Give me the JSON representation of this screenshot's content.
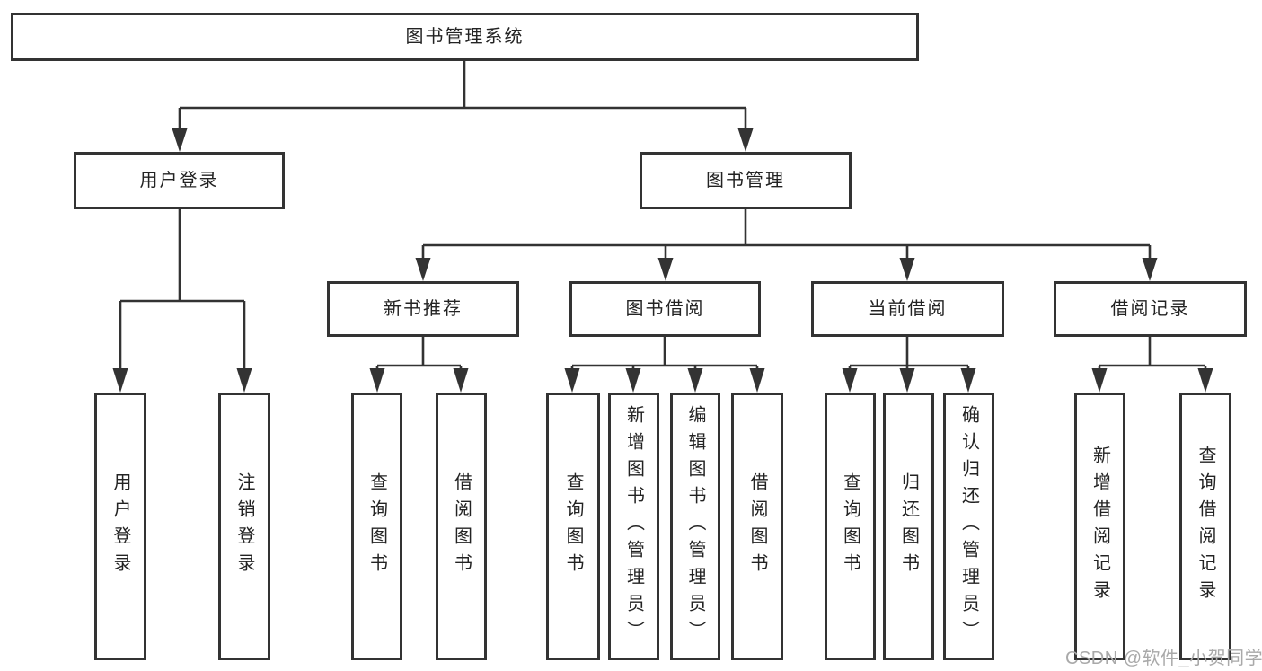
{
  "diagram": {
    "root": {
      "label": "图书管理系统"
    },
    "level1": {
      "user_login": {
        "label": "用户登录"
      },
      "book_management": {
        "label": "图书管理"
      }
    },
    "level2": {
      "new_book_recommend": {
        "label": "新书推荐"
      },
      "book_borrowing": {
        "label": "图书借阅"
      },
      "current_borrowing": {
        "label": "当前借阅"
      },
      "borrowing_records": {
        "label": "借阅记录"
      }
    },
    "leaves": {
      "user_login_action": {
        "label": "用户登录"
      },
      "logout_action": {
        "label": "注销登录"
      },
      "query_books_recommend": {
        "label": "查询图书"
      },
      "borrow_books_recommend": {
        "label": "借阅图书"
      },
      "query_books_borrowing": {
        "label": "查询图书"
      },
      "add_books_admin": {
        "label": "新增图书（管理员）"
      },
      "edit_books_admin": {
        "label": "编辑图书（管理员）"
      },
      "borrow_books_borrowing": {
        "label": "借阅图书"
      },
      "query_books_current": {
        "label": "查询图书"
      },
      "return_books": {
        "label": "归还图书"
      },
      "confirm_return_admin": {
        "label": "确认归还（管理员）"
      },
      "add_borrowing_record": {
        "label": "新增借阅记录"
      },
      "query_borrowing_record": {
        "label": "查询借阅记录"
      }
    },
    "colors": {
      "line": "#333333",
      "box_border": "#333333",
      "box_fill": "#ffffff",
      "text": "#232323",
      "background": "#ffffff",
      "watermark": "#a9a9a9"
    }
  },
  "watermark": {
    "text": "CSDN @软件_小贺同学"
  }
}
